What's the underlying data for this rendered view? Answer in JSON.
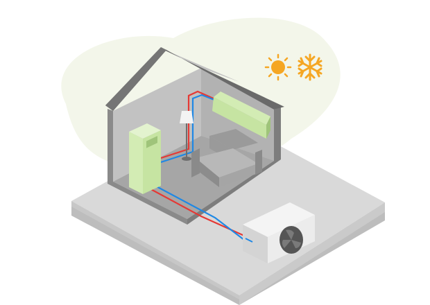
{
  "diagram": {
    "subject": "heat-pump-air-conditioning-system",
    "icons": {
      "sun": "sun-icon",
      "snowflake": "snowflake-icon",
      "fan": "fan-icon",
      "lamp": "floor-lamp-icon",
      "sofa": "sofa-icon"
    },
    "components": [
      "indoor-wall-unit",
      "indoor-floor-unit",
      "outdoor-heat-pump-unit"
    ],
    "colors": {
      "background_blob": "#f3f6ea",
      "platform_top": "#d9d9d9",
      "platform_side": "#bdbdbd",
      "roof": "#757575",
      "walls": "#8a8a8a",
      "interior_floor": "#a6a6a6",
      "interior_wall": "#c2c2c2",
      "indoor_unit": "#d3ecb4",
      "hot_pipe": "#e53935",
      "cold_pipe": "#1e88e5",
      "sun": "#f5a623",
      "snowflake": "#f5a623",
      "outdoor_unit": "#ececec"
    }
  }
}
